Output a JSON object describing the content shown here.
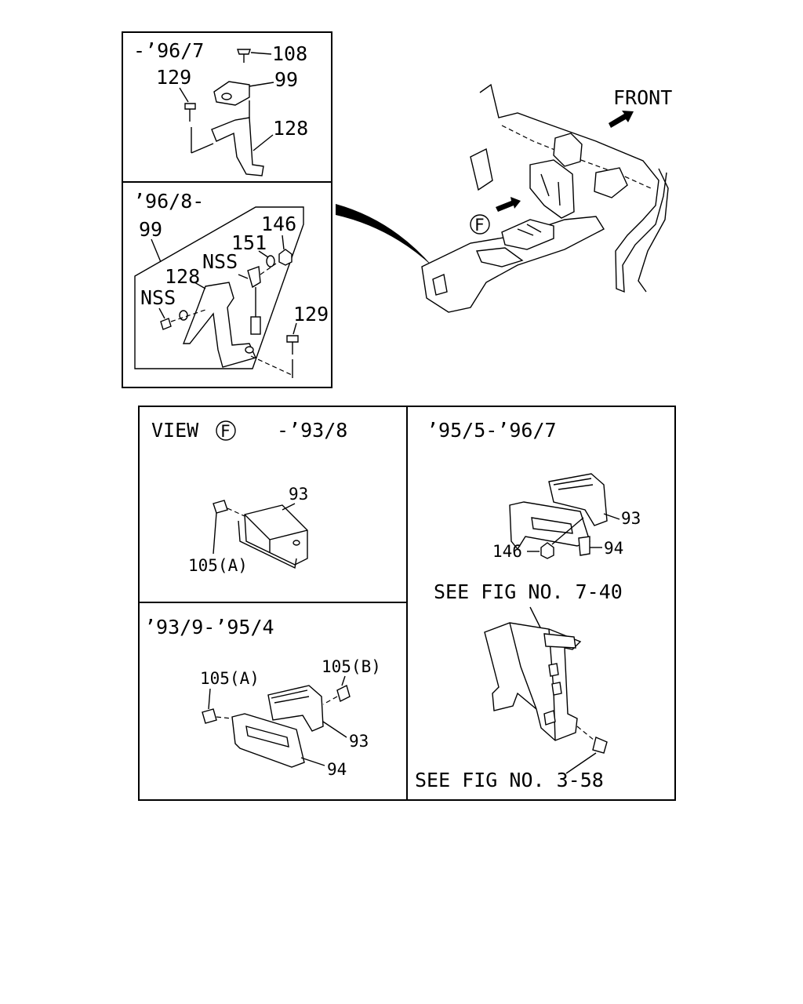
{
  "diagram": {
    "top_left_box": {
      "upper_panel": {
        "period": "-’96/7",
        "callouts": {
          "p108": "108",
          "p99": "99",
          "p129": "129",
          "p128": "128"
        }
      },
      "lower_panel": {
        "period": "’96/8-",
        "callouts": {
          "p99": "99",
          "p146": "146",
          "p151": "151",
          "nss_a": "NSS",
          "p128": "128",
          "nss_b": "NSS",
          "p129": "129"
        }
      }
    },
    "overview": {
      "front_label": "FRONT",
      "view_marker": "F"
    },
    "bottom_grid": {
      "view_f_panel": {
        "view_label": "VIEW",
        "view_marker": "F",
        "period": "-’93/8",
        "callouts": {
          "p93": "93",
          "p105a": "105(A)"
        }
      },
      "panel_95_96": {
        "period": "’95/5-’96/7",
        "callouts": {
          "p93": "93",
          "p146": "146",
          "p94": "94"
        }
      },
      "panel_93_95": {
        "period": "’93/9-’95/4",
        "callouts": {
          "p105a": "105(A)",
          "p105b": "105(B)",
          "p93": "93",
          "p94": "94"
        }
      },
      "reference_panel": {
        "see_fig_top": "SEE FIG NO. 7-40",
        "see_fig_bottom": "SEE FIG NO. 3-58"
      }
    }
  }
}
